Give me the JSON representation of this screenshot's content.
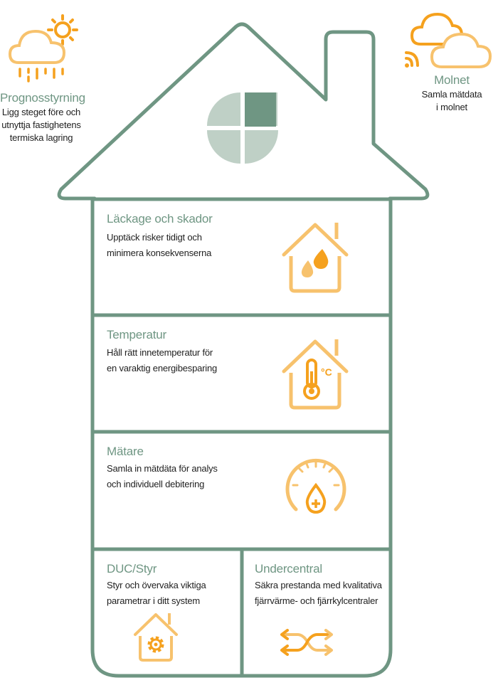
{
  "colors": {
    "house_outline": "#6f9683",
    "logo_dark": "#6f9683",
    "logo_light": "#bfd0c6",
    "icon_orange": "#f5a11e",
    "icon_light_orange": "#f7c26d"
  },
  "forecast": {
    "title": "Prognosstyrning",
    "desc_lines": [
      "Ligg steget före och",
      "utnyttja fastighetens",
      "termiska lagring"
    ],
    "icon": "weather-cloud-sun-rain-icon"
  },
  "cloud": {
    "title": "Molnet",
    "desc_lines": [
      "Samla mätdata",
      "i molnet"
    ],
    "icon": "cloud-wifi-icon"
  },
  "sections": {
    "leakage": {
      "title": "Läckage och skador",
      "desc_lines": [
        "Upptäck risker tidigt och",
        "minimera konsekvenserna"
      ],
      "icon": "house-water-drops-icon"
    },
    "temperature": {
      "title": "Temperatur",
      "desc_lines": [
        "Håll rätt innetemperatur för",
        "en varaktig energibesparing"
      ],
      "icon": "house-thermometer-icon",
      "unit": "°C"
    },
    "meter": {
      "title": "Mätare",
      "desc_lines": [
        "Samla in mätdäta för analys",
        "och individuell debitering"
      ],
      "icon": "meter-gauge-drop-icon"
    },
    "duc": {
      "title": "DUC/Styr",
      "desc_lines": [
        "Styr och övervaka viktiga",
        "parametrar i ditt system"
      ],
      "icon": "house-gear-icon"
    },
    "substation": {
      "title": "Undercentral",
      "desc_lines": [
        "Säkra prestanda med kvalitativa",
        "fjärrvärme- och fjärrkylcentraler"
      ],
      "icon": "exchange-arrows-icon"
    }
  }
}
